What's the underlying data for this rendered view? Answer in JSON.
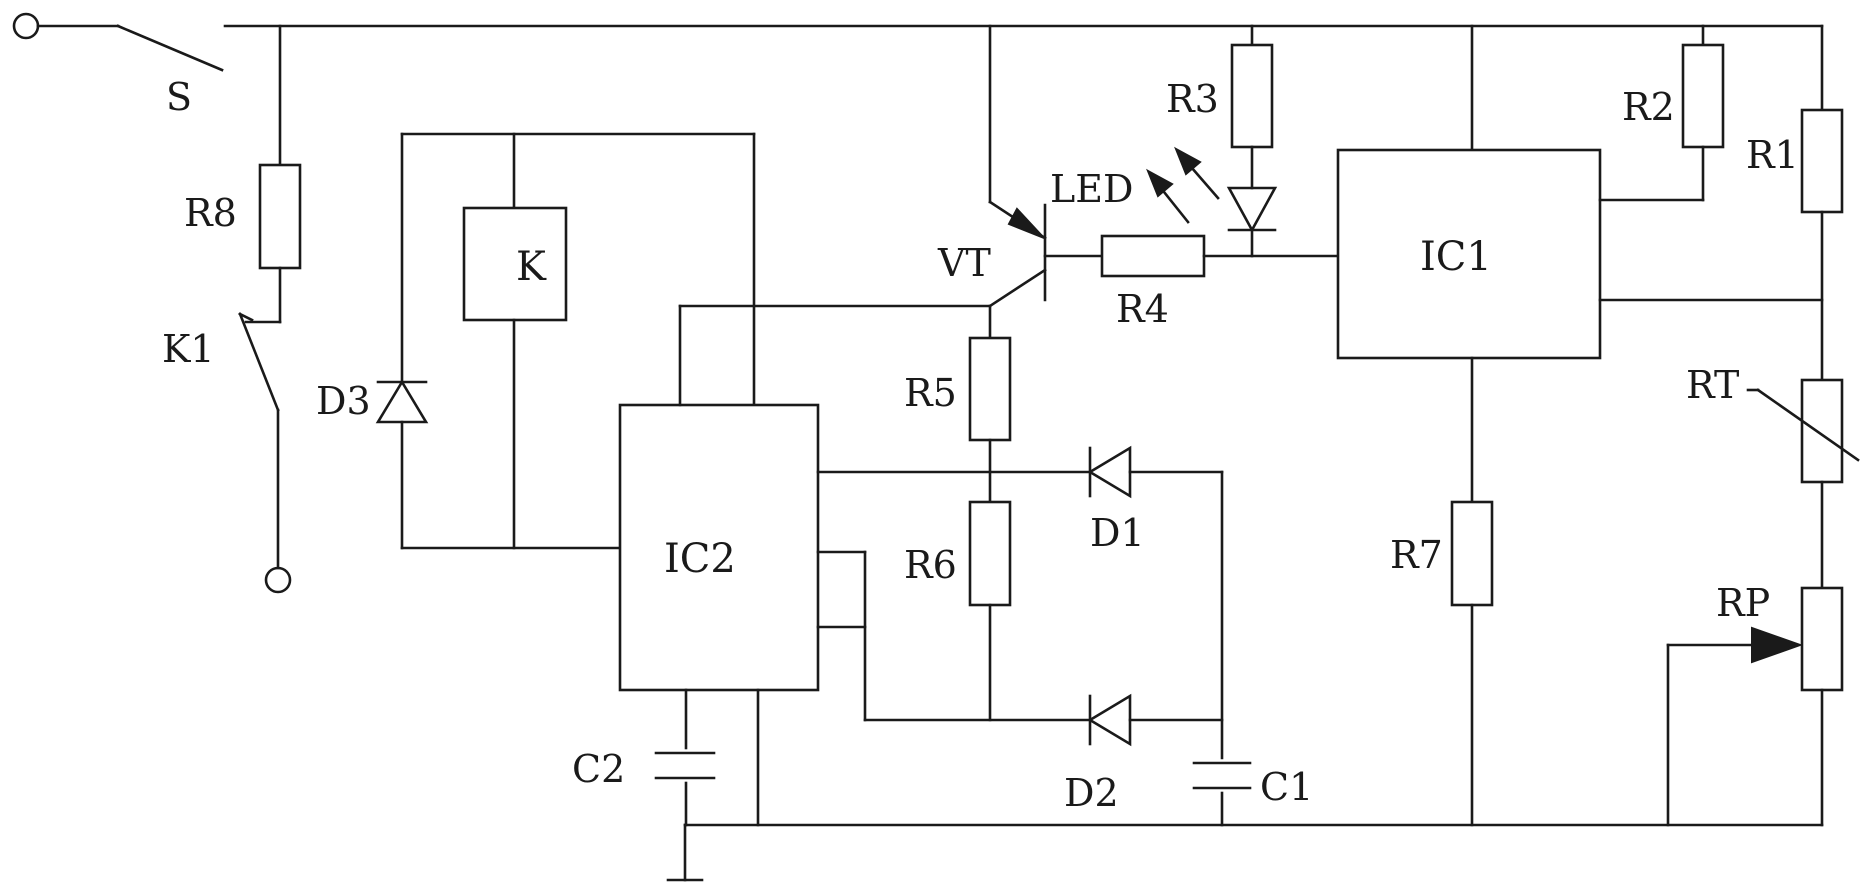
{
  "labels": {
    "S": "S",
    "R8": "R8",
    "K1": "K1",
    "D3": "D3",
    "K": "K",
    "IC2": "IC2",
    "C2": "C2",
    "VT": "VT",
    "LED": "LED",
    "R3": "R3",
    "R4": "R4",
    "R5": "R5",
    "R6": "R6",
    "D1": "D1",
    "D2": "D2",
    "C1": "C1",
    "IC1": "IC1",
    "R7": "R7",
    "R2": "R2",
    "R1": "R1",
    "RT": "RT",
    "RP": "RP"
  }
}
